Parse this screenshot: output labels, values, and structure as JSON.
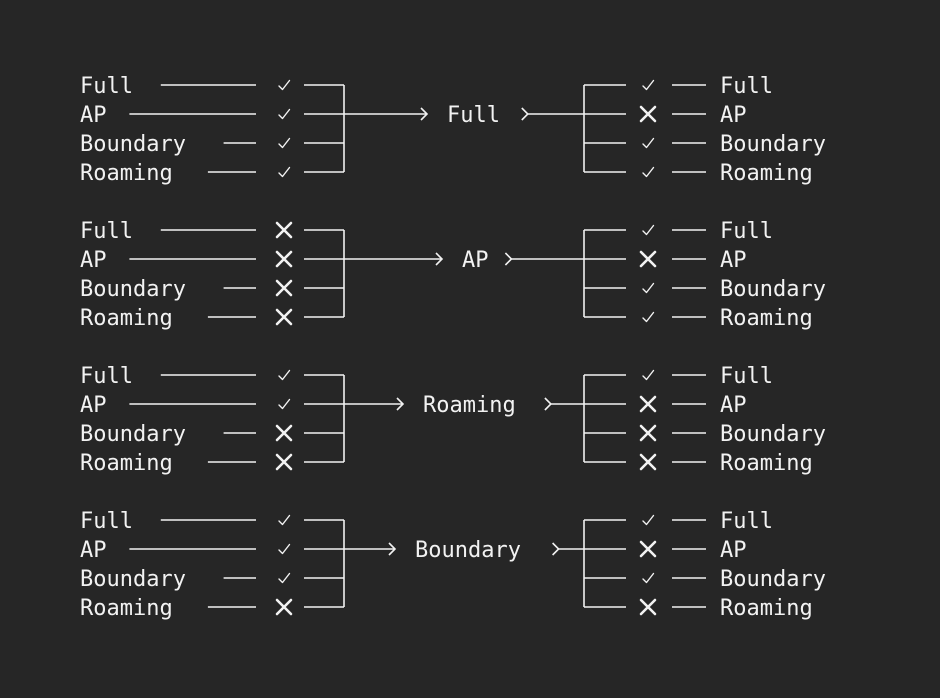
{
  "groups": [
    {
      "inputs": [
        {
          "label": "Full",
          "ok": true
        },
        {
          "label": "AP",
          "ok": true
        },
        {
          "label": "Boundary",
          "ok": true
        },
        {
          "label": "Roaming",
          "ok": true
        }
      ],
      "node": "Full",
      "outputs": [
        {
          "label": "Full",
          "ok": true
        },
        {
          "label": "AP",
          "ok": false
        },
        {
          "label": "Boundary",
          "ok": true
        },
        {
          "label": "Roaming",
          "ok": true
        }
      ]
    },
    {
      "inputs": [
        {
          "label": "Full",
          "ok": false
        },
        {
          "label": "AP",
          "ok": false
        },
        {
          "label": "Boundary",
          "ok": false
        },
        {
          "label": "Roaming",
          "ok": false
        }
      ],
      "node": "AP",
      "outputs": [
        {
          "label": "Full",
          "ok": true
        },
        {
          "label": "AP",
          "ok": false
        },
        {
          "label": "Boundary",
          "ok": true
        },
        {
          "label": "Roaming",
          "ok": true
        }
      ]
    },
    {
      "inputs": [
        {
          "label": "Full",
          "ok": true
        },
        {
          "label": "AP",
          "ok": true
        },
        {
          "label": "Boundary",
          "ok": false
        },
        {
          "label": "Roaming",
          "ok": false
        }
      ],
      "node": "Roaming",
      "outputs": [
        {
          "label": "Full",
          "ok": true
        },
        {
          "label": "AP",
          "ok": false
        },
        {
          "label": "Boundary",
          "ok": false
        },
        {
          "label": "Roaming",
          "ok": false
        }
      ]
    },
    {
      "inputs": [
        {
          "label": "Full",
          "ok": true
        },
        {
          "label": "AP",
          "ok": true
        },
        {
          "label": "Boundary",
          "ok": true
        },
        {
          "label": "Roaming",
          "ok": false
        }
      ],
      "node": "Boundary",
      "outputs": [
        {
          "label": "Full",
          "ok": true
        },
        {
          "label": "AP",
          "ok": false
        },
        {
          "label": "Boundary",
          "ok": true
        },
        {
          "label": "Roaming",
          "ok": false
        }
      ]
    }
  ]
}
